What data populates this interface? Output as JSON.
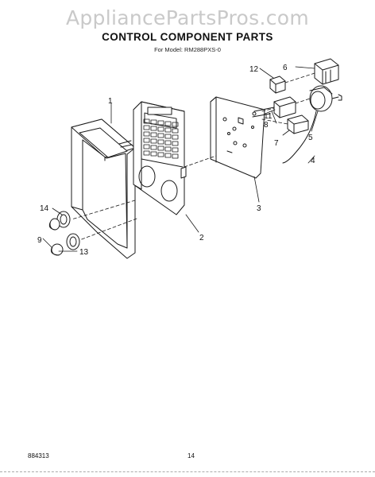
{
  "watermark": "AppliancePartsPros.com",
  "header": {
    "title": "CONTROL COMPONENT PARTS",
    "model_prefix": "For Model:",
    "model_number": "RM288PXS-0"
  },
  "callouts": [
    {
      "id": "c1",
      "label": "1"
    },
    {
      "id": "c2",
      "label": "2"
    },
    {
      "id": "c3",
      "label": "3"
    },
    {
      "id": "c4",
      "label": "4"
    },
    {
      "id": "c5",
      "label": "5"
    },
    {
      "id": "c6",
      "label": "6"
    },
    {
      "id": "c7",
      "label": "7"
    },
    {
      "id": "c8",
      "label": "8"
    },
    {
      "id": "c9",
      "label": "9"
    },
    {
      "id": "c11",
      "label": "11"
    },
    {
      "id": "c12",
      "label": "12"
    },
    {
      "id": "c13",
      "label": "13"
    },
    {
      "id": "c14",
      "label": "14"
    }
  ],
  "footer": {
    "diagram_code": "884313",
    "page_number": "14"
  }
}
